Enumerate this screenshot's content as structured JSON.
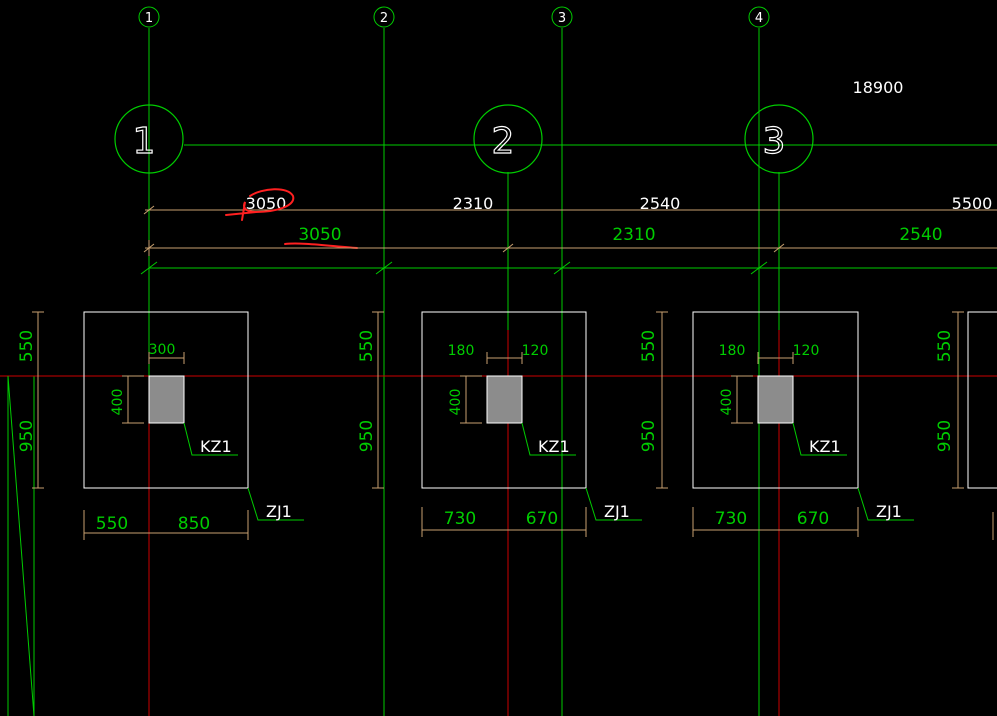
{
  "colors": {
    "background": "#000000",
    "grid_green": "#00cc00",
    "axis_red": "#cc0000",
    "dim_tan": "#c8a070",
    "outline_white": "#ffffff",
    "column_fill": "#8c8c8c",
    "markup_red": "#ff2020"
  },
  "top_axis_labels": [
    "1",
    "2",
    "3",
    "4"
  ],
  "big_bubble_labels": [
    "1",
    "2",
    "3"
  ],
  "overall_dimension": "18900",
  "upper_dim_row": [
    "3050",
    "2310",
    "2540",
    "5500"
  ],
  "lower_dim_row": [
    "3050",
    "2310",
    "2540"
  ],
  "footings": [
    {
      "vertical_dims": [
        "550",
        "950"
      ],
      "column_width_dims": [
        "300"
      ],
      "column_height_dim": "400",
      "column_label": "KZ1",
      "footing_label": "ZJ1",
      "bottom_dims": [
        "550",
        "850"
      ]
    },
    {
      "vertical_dims": [
        "550",
        "950"
      ],
      "column_width_dims": [
        "180",
        "120"
      ],
      "column_height_dim": "400",
      "column_label": "KZ1",
      "footing_label": "ZJ1",
      "bottom_dims": [
        "730",
        "670"
      ]
    },
    {
      "vertical_dims": [
        "550",
        "950"
      ],
      "column_width_dims": [
        "180",
        "120"
      ],
      "column_height_dim": "400",
      "column_label": "KZ1",
      "footing_label": "ZJ1",
      "bottom_dims": [
        "730",
        "670"
      ]
    }
  ],
  "right_partial_dims": [
    "550",
    "950"
  ],
  "left_edge_dims": [
    "550",
    "950"
  ]
}
